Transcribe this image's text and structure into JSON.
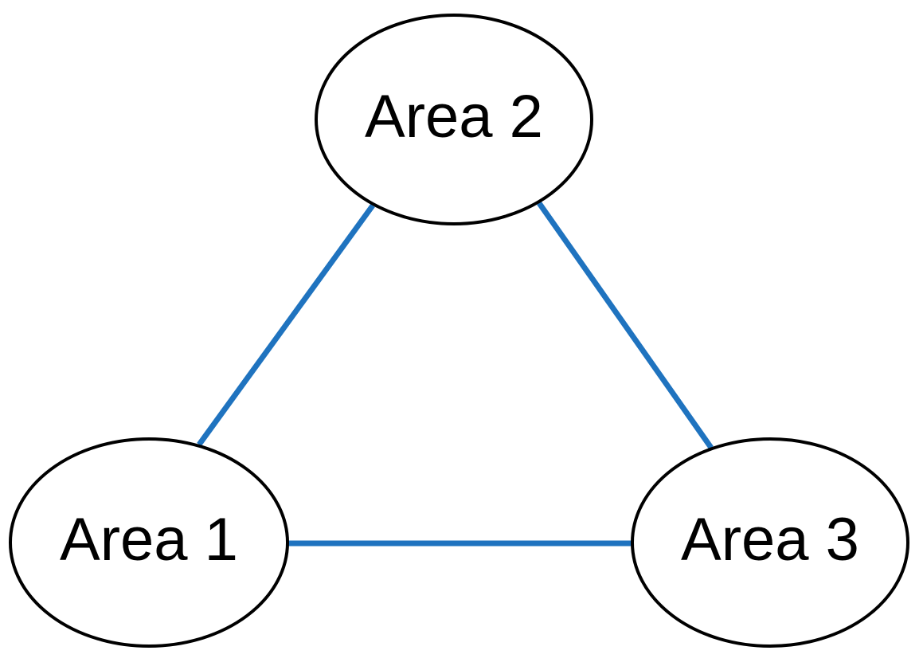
{
  "colors": {
    "edge": "#1f73bf",
    "node_stroke": "#000000",
    "node_fill": "#ffffff",
    "text": "#000000"
  },
  "nodes": [
    {
      "id": "area-2",
      "label": "Area 2"
    },
    {
      "id": "area-1",
      "label": "Area 1"
    },
    {
      "id": "area-3",
      "label": "Area 3"
    }
  ],
  "edges": [
    {
      "from": "area-2",
      "to": "area-1"
    },
    {
      "from": "area-2",
      "to": "area-3"
    },
    {
      "from": "area-1",
      "to": "area-3"
    }
  ]
}
